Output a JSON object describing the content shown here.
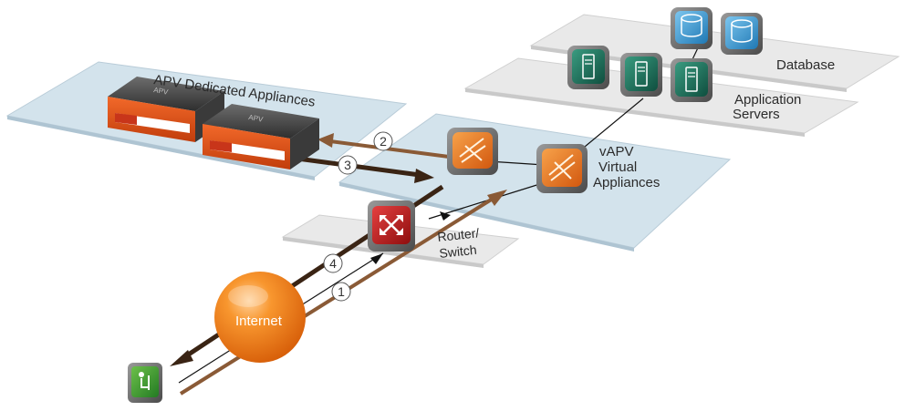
{
  "labels": {
    "apv_dedicated": "APV Dedicated Appliances",
    "database": "Database",
    "app_servers_line1": "Application",
    "app_servers_line2": "Servers",
    "vapv_line1": "vAPV",
    "vapv_line2": "Virtual",
    "vapv_line3": "Appliances",
    "router_line1": "Router/",
    "router_line2": "Switch",
    "internet": "Internet",
    "apv_device_text": "APV"
  },
  "steps": [
    "1",
    "2",
    "3",
    "4"
  ],
  "icons": {
    "database": "database-cylinder-icon",
    "server": "server-icon",
    "vapv": "virtual-appliance-icon",
    "router": "router-switch-icon",
    "internet": "internet-globe-icon",
    "user": "user-at-computer-icon"
  },
  "colors": {
    "platform_blue": "#d3e3ec",
    "platform_gray": "#e8e8e8",
    "arrow_dark": "#3a2414",
    "arrow_brown": "#8a5a36",
    "internet_orange": "#f58220",
    "router_red": "#c41e1e",
    "server_green": "#1d6f5a",
    "db_blue": "#3fa2da",
    "user_green": "#3a9a3a"
  }
}
